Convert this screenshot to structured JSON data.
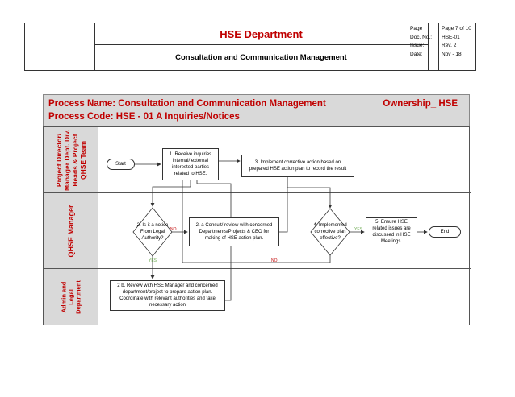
{
  "header": {
    "department": "HSE Department",
    "subtitle": "Consultation and Communication Management",
    "meta_labels": [
      "Page",
      "Doc. No.:",
      "Issue:",
      "Date:"
    ],
    "meta_values": [
      "Page 7 of 10",
      "HSE-01",
      "Rev. 2",
      "Nov - 18"
    ]
  },
  "process": {
    "name": "Process Name: Consultation and Communication Management",
    "code": "Process Code: HSE - 01 A Inquiries/Notices",
    "ownership": "Ownership_ HSE"
  },
  "lanes": [
    "Project Director/ Manager Dept. Div. Heads & Project QHSE Team",
    "QHSE Manager",
    "Admin and Legal Department"
  ],
  "nodes": {
    "start": "Start",
    "step1": "1. Receive inquiries internal/ external interested parties related to HSE.",
    "step3": "3. Implement corrective action based on prepared HSE action plan to record the result",
    "step2_decision": "2. Is it a notice From Legal Authority?",
    "step2a": "2. a Consult/ review with concerned Departments/Projects & CEO for making of HSE action plan.",
    "step4_decision": "4. Implemented corrective plan effective?",
    "step5": "5. Ensure HSE related issues are discussed in HSE Meetings.",
    "end": "End",
    "step2b": "2 b. Review with HSE Manager and concerned department/project to prepare action plan. Coordinate with relevant authorities and take necessary action"
  },
  "edge_labels": {
    "no_1": "NO",
    "yes_1": "YES",
    "yes_2": "YES",
    "no_2": "NO"
  },
  "colors": {
    "accent_red": "#c00000",
    "lane_gray": "#d9d9d9",
    "yes_green": "#6aa84f"
  }
}
